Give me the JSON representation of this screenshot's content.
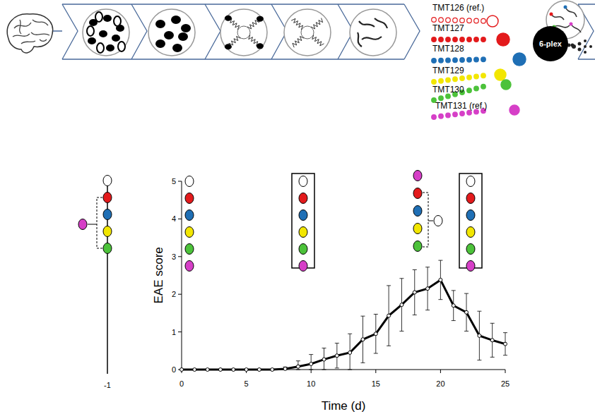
{
  "diagram": {
    "nodes": [
      {
        "text": [
          "6-plex"
        ]
      }
    ],
    "labels": [
      "TMT126 (ref.)",
      "TMT127",
      "TMT128",
      "TMT129",
      "TMT130",
      "TMT131 (ref.)",
      "5",
      "4",
      "3",
      "2",
      "1",
      "0",
      "EAE score",
      "0",
      "5",
      "10",
      "15",
      "20",
      "25",
      "Time (d)",
      "-1"
    ]
  }
}
